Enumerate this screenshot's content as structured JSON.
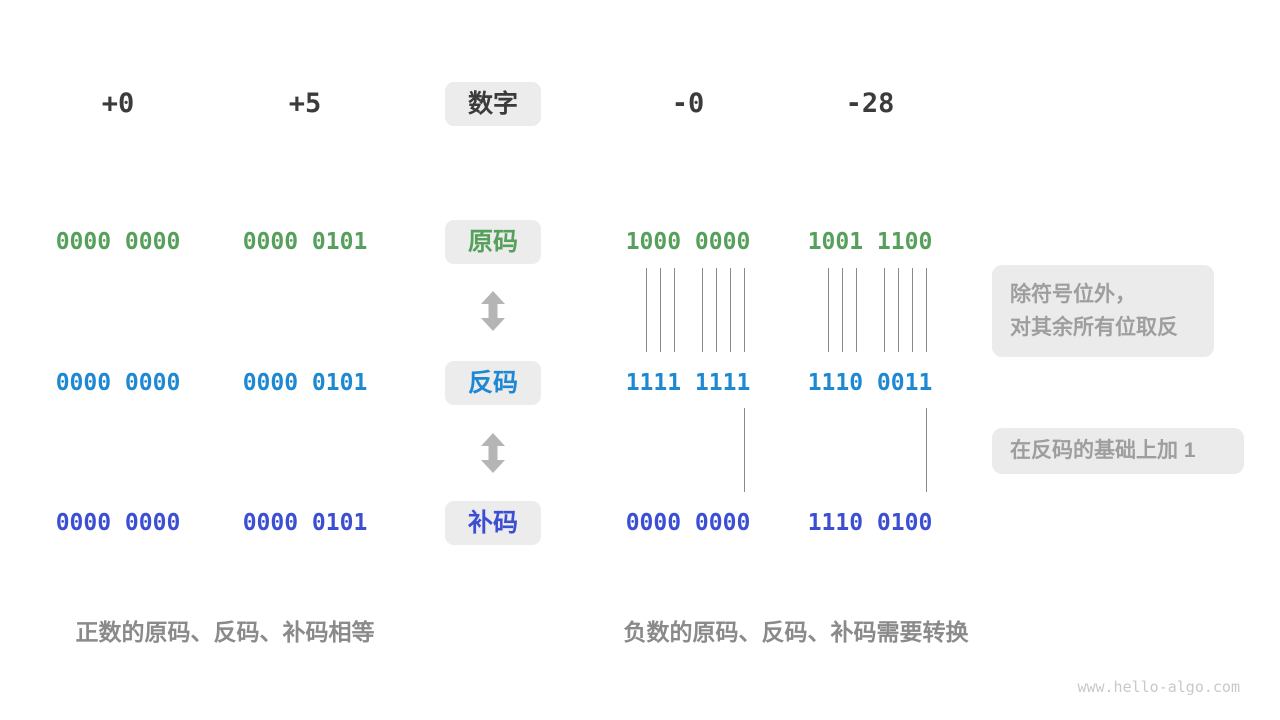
{
  "title_labels": {
    "number": "数字",
    "sign_magnitude": "原码",
    "ones_complement": "反码",
    "twos_complement": "补码"
  },
  "columns": [
    {
      "header": "+0",
      "sign_magnitude": "0000 0000",
      "ones_complement": "0000 0000",
      "twos_complement": "0000 0000"
    },
    {
      "header": "+5",
      "sign_magnitude": "0000 0101",
      "ones_complement": "0000 0101",
      "twos_complement": "0000 0101"
    },
    {
      "header": "-0",
      "sign_magnitude": "1000 0000",
      "ones_complement": "1111 1111",
      "twos_complement": "0000 0000"
    },
    {
      "header": "-28",
      "sign_magnitude": "1001 1100",
      "ones_complement": "1110 0011",
      "twos_complement": "1110 0100"
    }
  ],
  "notes": {
    "flip_line1": "除符号位外，",
    "flip_line2": "对其余所有位取反",
    "add_one": "在反码的基础上加 1"
  },
  "captions": {
    "positive": "正数的原码、反码、补码相等",
    "negative": "负数的原码、反码、补码需要转换"
  },
  "watermark": "www.hello-algo.com",
  "colors": {
    "sign_magnitude": "#56a05c",
    "ones_complement": "#1f88d2",
    "twos_complement": "#3c4fd3",
    "header_text": "#3b3b3b",
    "box_background": "#ececec",
    "note_text": "#9e9e9e"
  }
}
